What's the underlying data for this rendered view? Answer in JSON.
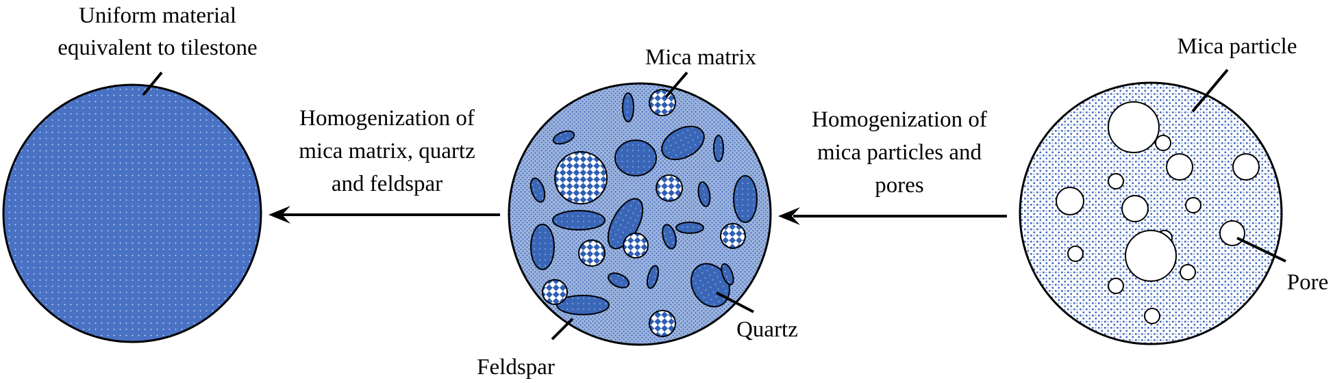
{
  "labels": {
    "uniform_line1": "Uniform material",
    "uniform_line2": "equivalent to tilestone",
    "homog1_line1": "Homogenization of",
    "homog1_line2": "mica matrix, quartz",
    "homog1_line3": "and feldspar",
    "mica_matrix": "Mica matrix",
    "feldspar": "Feldspar",
    "quartz": "Quartz",
    "homog2_line1": "Homogenization of",
    "homog2_line2": "mica particles and",
    "homog2_line3": "pores",
    "mica_particle": "Mica particle",
    "pore": "Pore"
  },
  "colors": {
    "uniform_fill": "#4a72c4",
    "matrix_bg": "#9db4de",
    "ellipse_fill": "#3a66b8",
    "checker": "#2f5fb4",
    "dot_pattern": "#3f68bc",
    "ink": "#000000"
  }
}
